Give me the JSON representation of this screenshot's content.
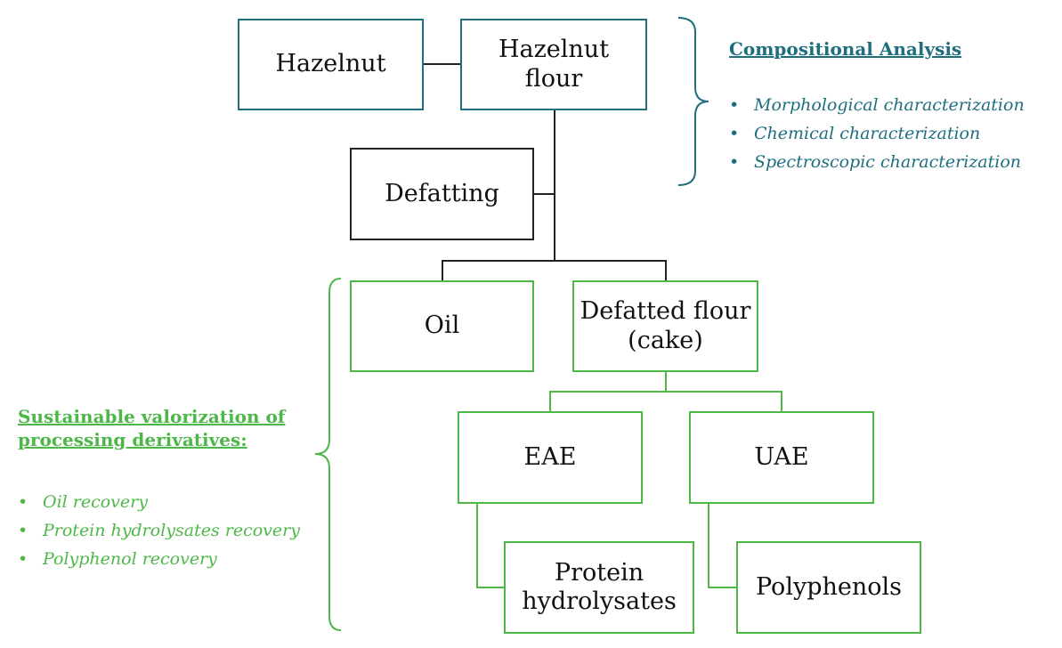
{
  "colors": {
    "teal": "#1e6e7e",
    "black": "#222222",
    "green": "#4db848"
  },
  "boxes": {
    "hazelnut": "Hazelnut",
    "hazelnut_flour": "Hazelnut\nflour",
    "defatting": "Defatting",
    "oil": "Oil",
    "defatted_flour": "Defatted flour\n(cake)",
    "eae": "EAE",
    "uae": "UAE",
    "protein_hydrolysates": "Protein\nhydrolysates",
    "polyphenols": "Polyphenols"
  },
  "compositional_analysis": {
    "heading": "Compositional Analysis",
    "items": [
      "Morphological characterization",
      "Chemical characterization",
      "Spectroscopic characterization"
    ]
  },
  "sustainable_valorization": {
    "heading_line1": "Sustainable valorization of",
    "heading_line2": "processing derivatives:",
    "items": [
      "Oil recovery",
      "Protein hydrolysates recovery",
      "Polyphenol recovery"
    ]
  }
}
